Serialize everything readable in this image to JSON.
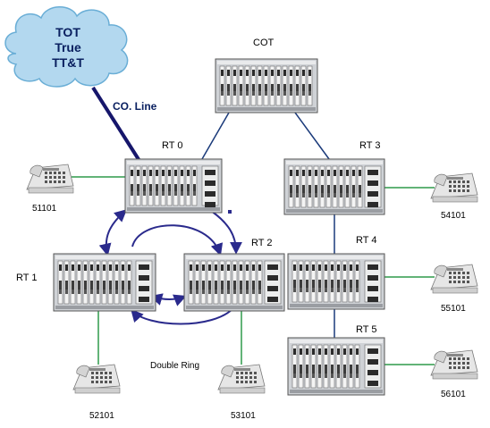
{
  "cloud": {
    "lines": [
      "TOT",
      "True",
      "TT&T"
    ]
  },
  "co_line_label": "CO. Line",
  "units": {
    "cot": "COT",
    "rt0": "RT 0",
    "rt1": "RT 1",
    "rt2": "RT 2",
    "rt3": "RT 3",
    "rt4": "RT 4",
    "rt5": "RT 5"
  },
  "ring_label": "Double Ring",
  "phones": {
    "p0": "51101",
    "p1": "52101",
    "p2": "53101",
    "p3": "54101",
    "p4": "55101",
    "p5": "56101"
  },
  "colors": {
    "cloud_fill": "#b3d8ef",
    "cloud_text": "#0a2060",
    "co_line": "#16166b",
    "ring_arrow": "#2a2a8c",
    "network_line": "#1a3a7a",
    "phone_line": "#2f9a4a",
    "rack_body": "#d8dadd",
    "rack_dark": "#2b2b2b"
  }
}
